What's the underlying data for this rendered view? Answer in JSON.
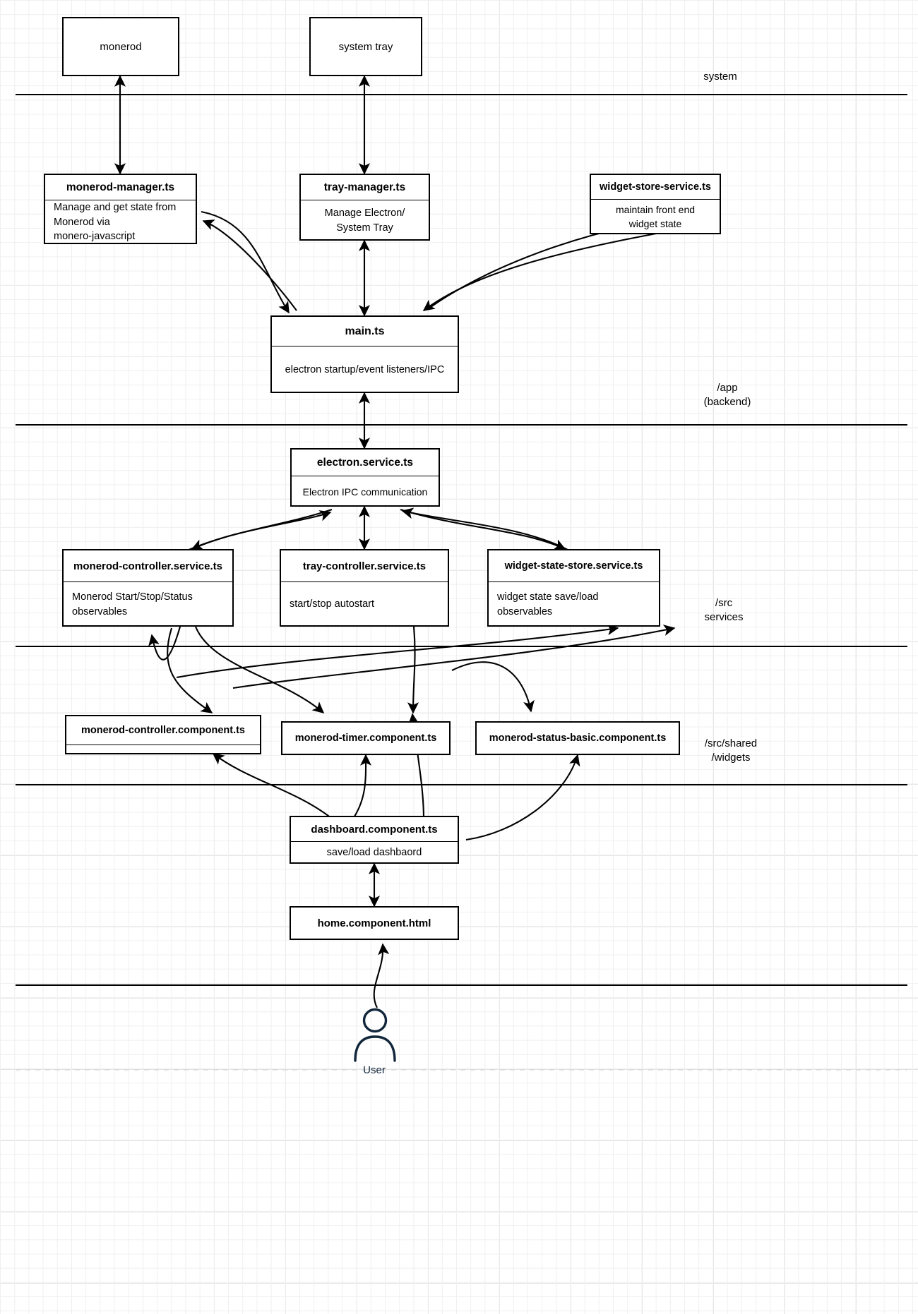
{
  "diagram": {
    "title": "monerod GUI architecture layer diagram",
    "colors": {
      "stroke": "#000000",
      "fill": "#ffffff",
      "grid": "#e2e2e2",
      "user_label": "#12263b"
    },
    "layer_labels": [
      {
        "id": "system",
        "text": "system"
      },
      {
        "id": "app",
        "text": "/app\n(backend)"
      },
      {
        "id": "src",
        "text": "/src\nservices"
      },
      {
        "id": "widgets",
        "text": "/src/shared\n/widgets"
      }
    ],
    "nodes": [
      {
        "id": "monerod",
        "header": "monerod",
        "body": ""
      },
      {
        "id": "system-tray",
        "header": "system tray",
        "body": ""
      },
      {
        "id": "monerod-manager",
        "header": "monerod-manager.ts",
        "body": "Manage and get state from\n Monerod via\nmonero-javascript"
      },
      {
        "id": "tray-manager",
        "header": "tray-manager.ts",
        "body": "Manage Electron/\nSystem Tray"
      },
      {
        "id": "widget-store-service",
        "header": "widget-store-service.ts",
        "body": "maintain front end\nwidget state"
      },
      {
        "id": "main",
        "header": "main.ts",
        "body": "electron startup/event listeners/IPC"
      },
      {
        "id": "electron-service",
        "header": "electron.service.ts",
        "body": "Electron IPC communication"
      },
      {
        "id": "monerod-controller-service",
        "header": "monerod-controller.service.ts",
        "body": "Monerod Start/Stop/Status\nobservables"
      },
      {
        "id": "tray-controller-service",
        "header": "tray-controller.service.ts",
        "body": "start/stop autostart"
      },
      {
        "id": "widget-state-store-service",
        "header": "widget-state-store.service.ts",
        "body": "widget state save/load\nobservables"
      },
      {
        "id": "monerod-controller-component",
        "header": "monerod-controller.component.ts",
        "body": ""
      },
      {
        "id": "monerod-timer-component",
        "header": "monerod-timer.component.ts",
        "body": ""
      },
      {
        "id": "monerod-status-basic-component",
        "header": "monerod-status-basic.component.ts",
        "body": ""
      },
      {
        "id": "dashboard-component",
        "header": "dashboard.component.ts",
        "body": "save/load dashbaord"
      },
      {
        "id": "home-component",
        "header": "home.component.html",
        "body": ""
      }
    ],
    "actor": {
      "id": "user",
      "label": "User"
    }
  }
}
